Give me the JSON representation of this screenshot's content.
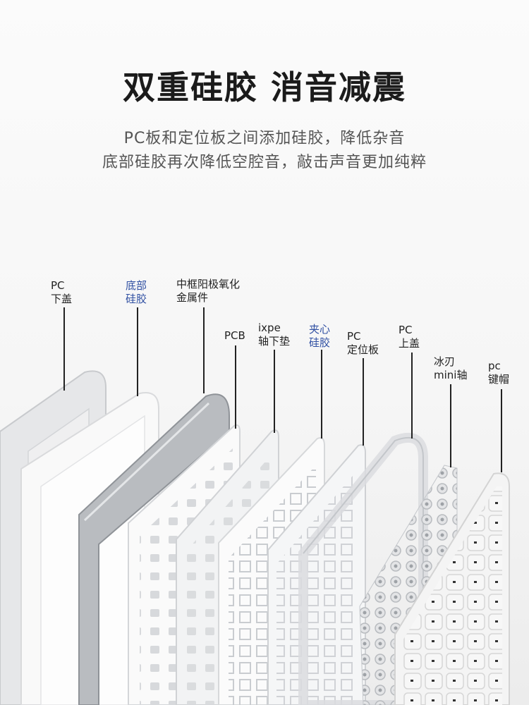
{
  "headline": "双重硅胶 消音减震",
  "subtitle_lines": [
    "PC板和定位板之间添加硅胶，降低杂音",
    "底部硅胶再次降低空腔音，敲击声音更加纯粹"
  ],
  "layers": [
    {
      "line1": "PC",
      "line2": "下盖"
    },
    {
      "line1": "底部",
      "line2": "硅胶"
    },
    {
      "line1": "中框阳极氧化",
      "line2": "金属件"
    },
    {
      "line1": "PCB",
      "line2": ""
    },
    {
      "line1": "ixpe",
      "line2": "轴下垫"
    },
    {
      "line1": "夹心",
      "line2": "硅胶"
    },
    {
      "line1": "PC",
      "line2": "定位板"
    },
    {
      "line1": "PC",
      "line2": "上盖"
    },
    {
      "line1": "冰刃",
      "line2": "mini轴"
    },
    {
      "line1": "pc",
      "line2": "键帽"
    }
  ],
  "colors": {
    "highlight_label": "#2f4fa2",
    "text": "#222222",
    "aluminum": "#b9bcc0"
  }
}
